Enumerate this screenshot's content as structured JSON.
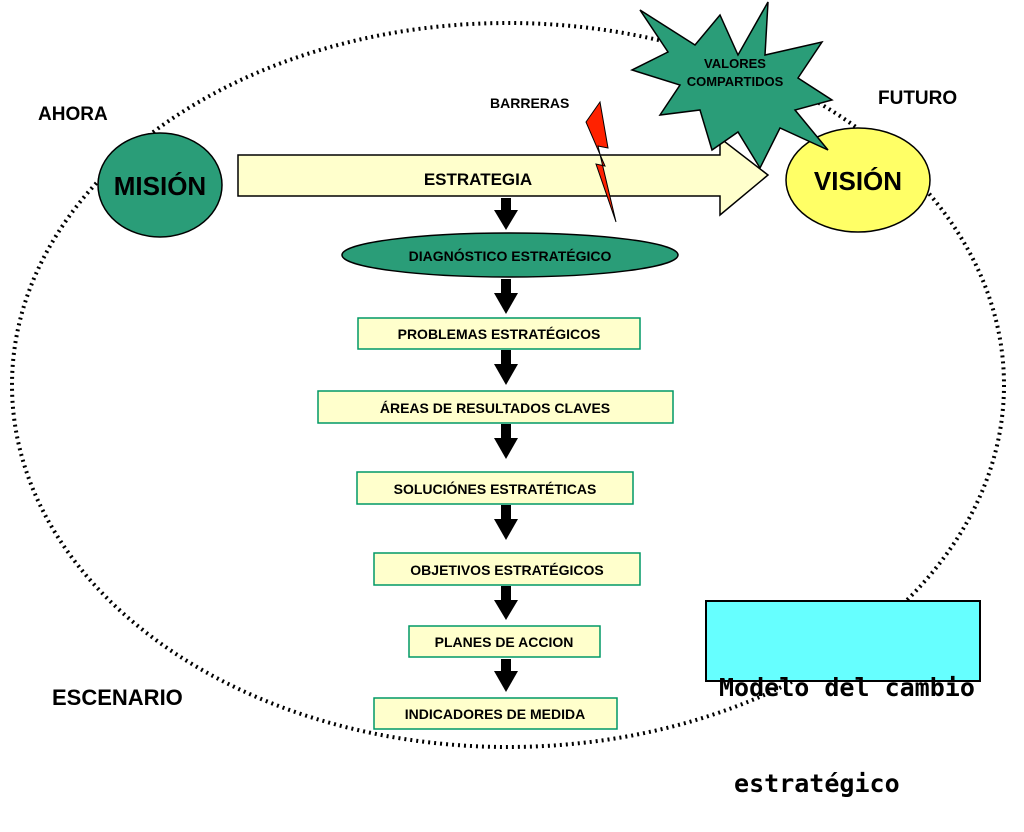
{
  "labels": {
    "ahora": "AHORA",
    "futuro": "FUTURO",
    "escenario": "ESCENARIO",
    "barreras": "BARRERAS",
    "valores_line1": "VALORES",
    "valores_line2": "COMPARTIDOS"
  },
  "mision": "MISIÓN",
  "vision": "VISIÓN",
  "estrategia": "ESTRATEGIA",
  "diagnostico": "DIAGNÓSTICO ESTRATÉGICO",
  "steps": [
    "PROBLEMAS ESTRATÉGICOS",
    "ÁREAS DE RESULTADOS CLAVES",
    "SOLUCIÓNES ESTRATÉTICAS",
    "OBJETIVOS ESTRATÉGICOS",
    "PLANES DE ACCION",
    "INDICADORES DE MEDIDA"
  ],
  "model_title_line1": "Modelo del cambio",
  "model_title_line2": " estratégico",
  "colors": {
    "teal": "#2a9d78",
    "yellow_circle": "#ffff66",
    "arrow_fill": "#ffffcc",
    "box_border": "#009966",
    "bolt": "#ff2200",
    "model_box": "#66ffff"
  }
}
